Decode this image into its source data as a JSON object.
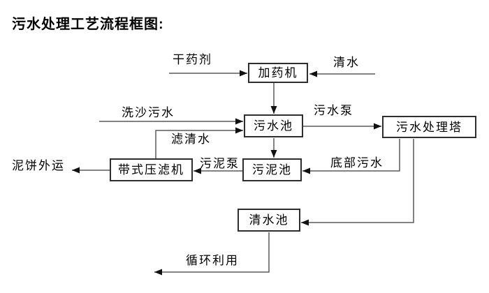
{
  "title": "污水处理工艺流程框图:",
  "diagram": {
    "nodes": {
      "dosing_machine": "加药机",
      "sewage_pool": "污水池",
      "treatment_tower": "污水处理塔",
      "sludge_pool": "污泥池",
      "belt_filter_press": "带式压滤机",
      "clear_water_pool": "清水池"
    },
    "flow_labels": {
      "dry_chemical": "干药剂",
      "clear_water": "清水",
      "sand_washing_sewage": "洗沙污水",
      "sewage_pump": "污水泵",
      "filtered_water": "滤清水",
      "bottom_sewage": "底部污水",
      "sludge_pump": "污泥泵",
      "mud_cake_out": "泥饼外运",
      "recycling": "循环利用"
    },
    "edges": [
      {
        "from": "dry_chemical",
        "to": "dosing_machine"
      },
      {
        "from": "clear_water",
        "to": "dosing_machine"
      },
      {
        "from": "dosing_machine",
        "to": "sewage_pool"
      },
      {
        "from": "sand_washing_sewage",
        "to": "sewage_pool"
      },
      {
        "from": "belt_filter_press",
        "to": "sewage_pool",
        "label": "filtered_water"
      },
      {
        "from": "sewage_pool",
        "to": "treatment_tower",
        "label": "sewage_pump"
      },
      {
        "from": "sewage_pool",
        "to": "sludge_pool"
      },
      {
        "from": "treatment_tower",
        "to": "sludge_pool",
        "label": "bottom_sewage"
      },
      {
        "from": "sludge_pool",
        "to": "belt_filter_press",
        "label": "sludge_pump"
      },
      {
        "from": "belt_filter_press",
        "to": "mud_cake_out"
      },
      {
        "from": "treatment_tower",
        "to": "clear_water_pool"
      },
      {
        "from": "clear_water_pool",
        "to": "recycling"
      }
    ],
    "colors": {
      "line": "#5a5a5a",
      "arrowhead": "#111111",
      "box_border": "#2e2e2e",
      "text": "#000000",
      "background": "#ffffff"
    }
  }
}
